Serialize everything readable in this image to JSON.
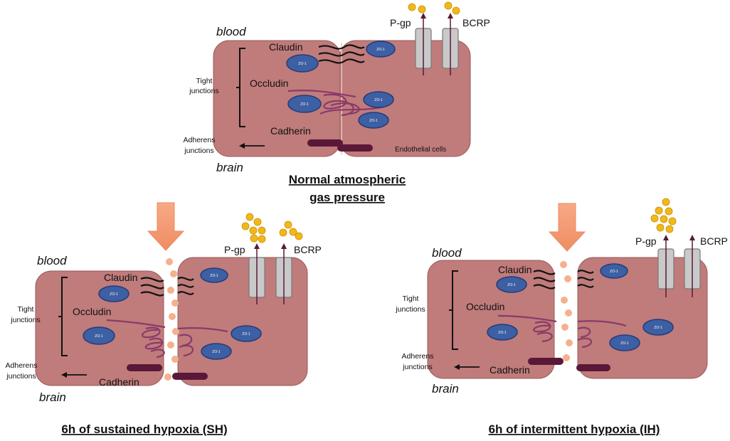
{
  "panels": {
    "normal": {
      "caption_line1": "Normal atmospheric",
      "caption_line2": "gas pressure",
      "blood": "blood",
      "brain": "brain",
      "claudin": "Claudin",
      "occludin": "Occludin",
      "cadherin": "Cadherin",
      "tight_line1": "Tight",
      "tight_line2": "junctions",
      "adherens_line1": "Adherens",
      "adherens_line2": "junctions",
      "pgp": "P-gp",
      "bcrp": "BCRP",
      "endothelial": "Endothelial cells",
      "zo": "ZO-1"
    },
    "sh": {
      "caption": "6h of sustained hypoxia (SH)",
      "blood": "blood",
      "brain": "brain",
      "claudin": "Claudin",
      "occludin": "Occludin",
      "cadherin": "Cadherin",
      "tight_line1": "Tight",
      "tight_line2": "junctions",
      "adherens_line1": "Adherens",
      "adherens_line2": "junctions",
      "pgp": "P-gp",
      "bcrp": "BCRP",
      "zo": "ZO-1"
    },
    "ih": {
      "caption": "6h of intermittent hypoxia (IH)",
      "blood": "blood",
      "brain": "brain",
      "claudin": "Claudin",
      "occludin": "Occludin",
      "cadherin": "Cadherin",
      "tight_line1": "Tight",
      "tight_line2": "junctions",
      "adherens_line1": "Adherens",
      "adherens_line2": "junctions",
      "pgp": "P-gp",
      "bcrp": "BCRP",
      "zo": "ZO-1"
    }
  },
  "colors": {
    "cell": "#c07b7b",
    "cell_stroke": "#9a5a5a",
    "zo_fill": "#3d5fa3",
    "zo_stroke": "#223c78",
    "cadherin": "#5a1838",
    "occludin": "#8a3a68",
    "transporter": "#c9c9c9",
    "substrate": "#f2b81a",
    "leak": "#f3b18e",
    "hypoxia_arrow": "#f7a27c"
  }
}
